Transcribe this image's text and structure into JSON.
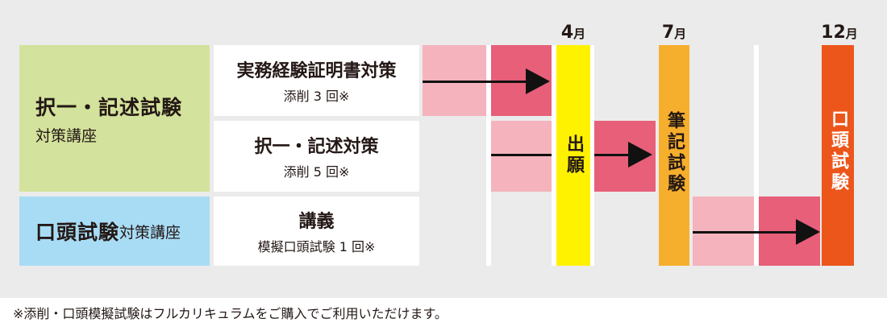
{
  "months": {
    "april": "4",
    "july": "7",
    "december": "12",
    "suffix": "月"
  },
  "categories": {
    "written": {
      "title": "択一・記述試験",
      "subtitle": "対策講座"
    },
    "oral": {
      "title": "口頭試験",
      "subtitle": "対策講座"
    }
  },
  "courses": {
    "cert": {
      "title": "実務経験証明書対策",
      "detail": "添削 3 回※"
    },
    "choice": {
      "title": "択一・記述対策",
      "detail": "添削 5 回※"
    },
    "lecture": {
      "title": "講義",
      "detail": "模擬口頭試験 1 回※"
    }
  },
  "milestones": {
    "application": "出願",
    "written_exam": "筆記試験",
    "oral_exam": "口頭試験"
  },
  "footnote": "※添削・口頭模擬試験はフルカリキュラムをご購入でご利用いただけます。",
  "colors": {
    "category_green": "#d3e29c",
    "category_blue": "#a8dcf5",
    "light_pink": "#f4b3bd",
    "pink": "#e75f79",
    "application_yellow": "#fff200",
    "written_exam_orange": "#f6ae2d",
    "oral_exam_red": "#ec561b"
  }
}
